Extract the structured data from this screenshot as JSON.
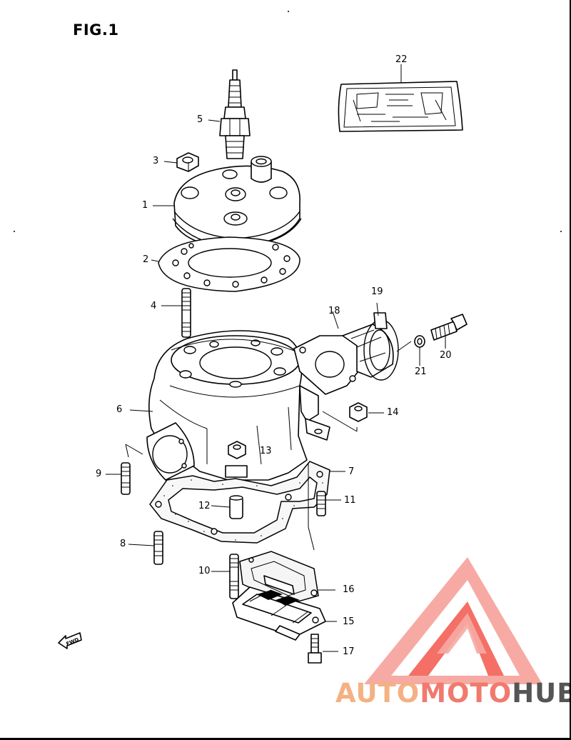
{
  "figure": {
    "title": "FIG.1"
  },
  "callouts": {
    "c1": "1",
    "c2": "2",
    "c3": "3",
    "c4": "4",
    "c5": "5",
    "c6": "6",
    "c7": "7",
    "c8": "8",
    "c9": "9",
    "c10": "10",
    "c11": "11",
    "c12": "12",
    "c13": "13",
    "c14": "14",
    "c15": "15",
    "c16": "16",
    "c17": "17",
    "c18": "18",
    "c19": "19",
    "c20": "20",
    "c21": "21",
    "c22": "22"
  },
  "watermark": {
    "part1": "AUTO",
    "part2": "MOTO",
    "part3": "HUB"
  },
  "colors": {
    "logo_outer": "#f4a6a0",
    "logo_inner": "#f26d64",
    "logo_text_gray": "#555555"
  },
  "icons": {
    "fwd_arrow": "fwd-arrow-icon"
  }
}
